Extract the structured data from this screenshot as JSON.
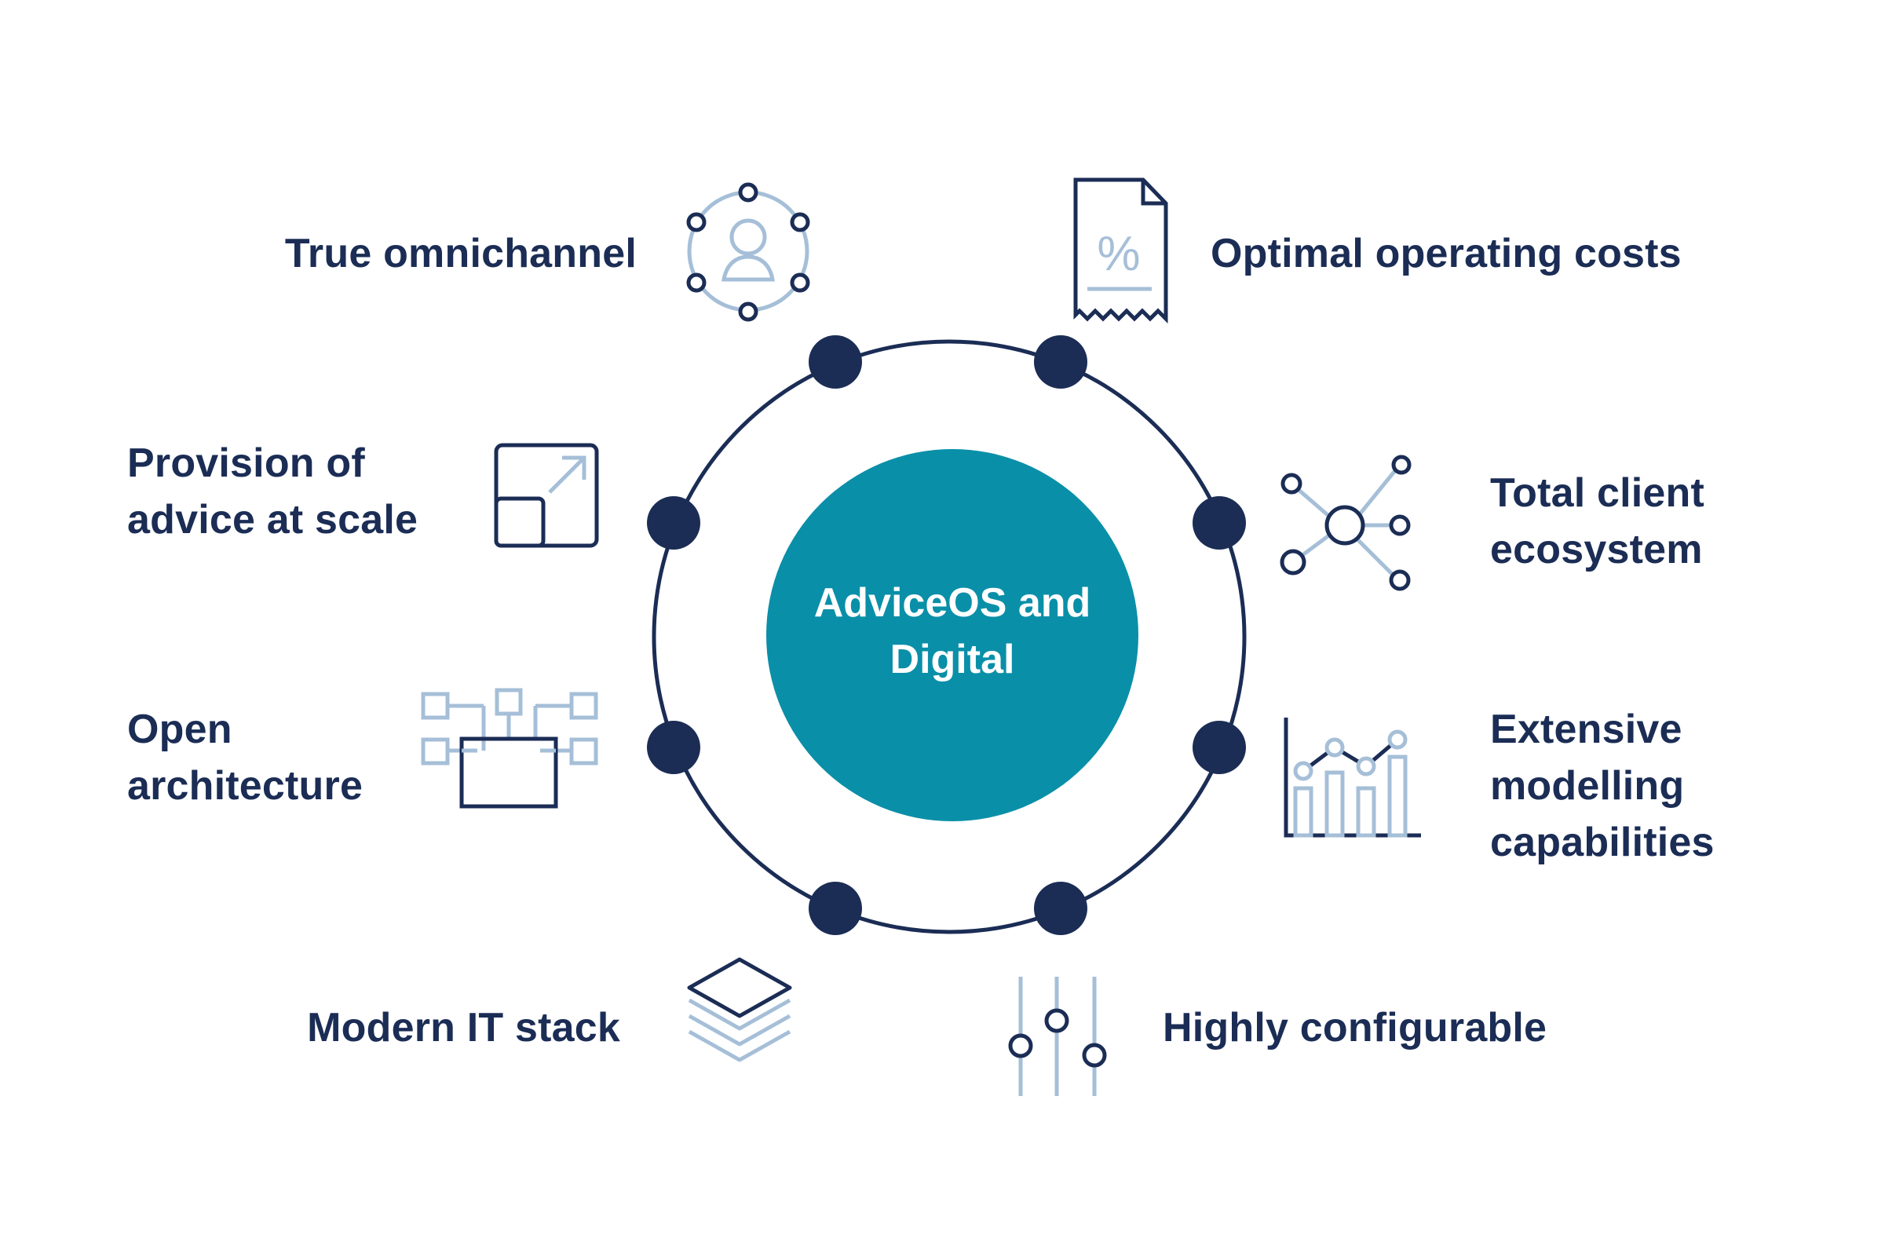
{
  "hub": {
    "lines": [
      "AdviceOS and",
      "Digital"
    ]
  },
  "features": {
    "omnichannel": {
      "lines": [
        "True omnichannel"
      ],
      "icon": "user-network-icon"
    },
    "costs": {
      "lines": [
        "Optimal operating costs"
      ],
      "icon": "percent-receipt-icon"
    },
    "scale": {
      "lines": [
        "Provision of",
        "advice at scale"
      ],
      "icon": "scale-up-icon"
    },
    "ecosystem": {
      "lines": [
        "Total client",
        "ecosystem"
      ],
      "icon": "network-nodes-icon"
    },
    "architecture": {
      "lines": [
        "Open",
        "architecture"
      ],
      "icon": "architecture-blocks-icon"
    },
    "modelling": {
      "lines": [
        "Extensive",
        "modelling",
        "capabilities"
      ],
      "icon": "bar-line-chart-icon"
    },
    "itstack": {
      "lines": [
        "Modern IT stack"
      ],
      "icon": "layers-stack-icon"
    },
    "configurable": {
      "lines": [
        "Highly configurable"
      ],
      "icon": "sliders-icon"
    }
  },
  "colors": {
    "navy": "#1b2d55",
    "teal": "#0a8fa8",
    "light_blue": "#a6bfd8",
    "white": "#ffffff"
  }
}
